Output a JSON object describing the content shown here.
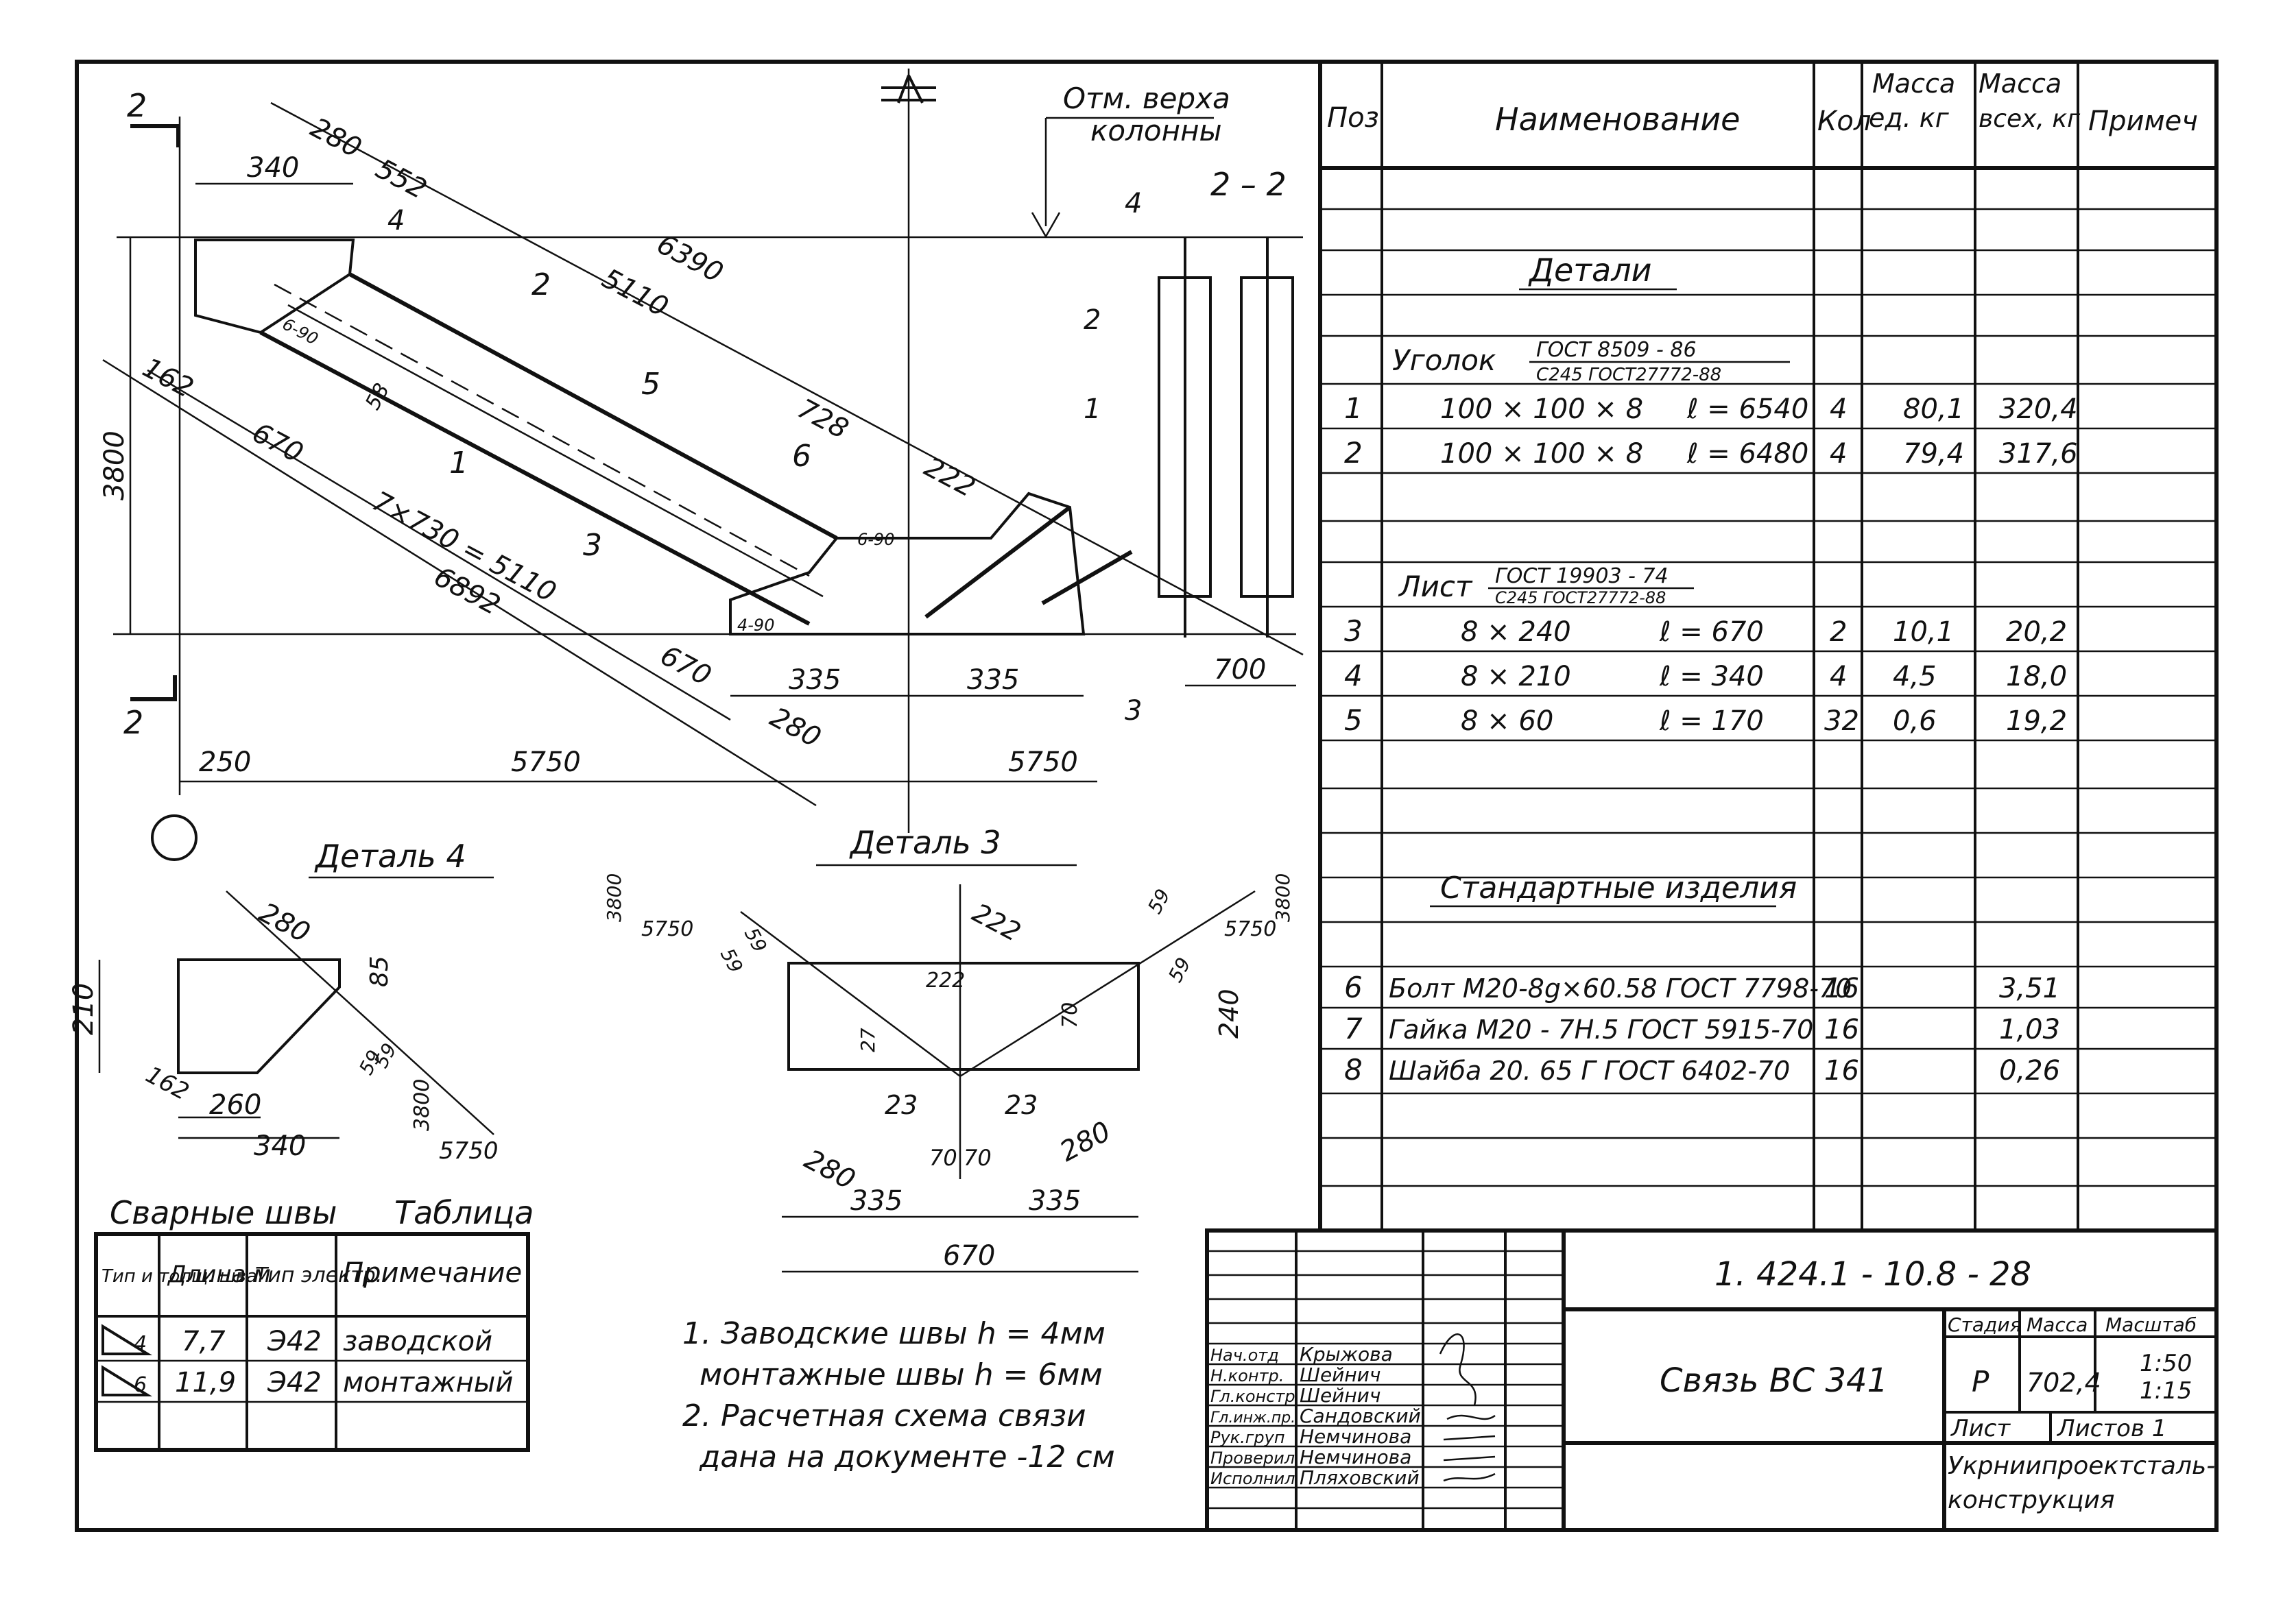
{
  "drawing": {
    "column_top_label_1": "Отм. верха",
    "column_top_label_2": "колонны",
    "section_mark": "2",
    "section_title": "2 – 2",
    "section_dim_700": "700",
    "pos_labels": [
      "1",
      "2",
      "3",
      "4",
      "5",
      "6"
    ],
    "weld_6_90": "6-90",
    "weld_4_90": "4-90",
    "dims": {
      "d280": "280",
      "d340": "340",
      "d552": "552",
      "d6390": "6390",
      "d5110": "5110",
      "d162": "162",
      "d3800": "3800",
      "d670": "670",
      "d7x730": "7×730 = 5110",
      "d6892": "6892",
      "d728": "728",
      "d222": "222",
      "d670b": "670",
      "d335a": "335",
      "d335b": "335",
      "d280b": "280",
      "d250": "250",
      "d5750a": "5750",
      "d5750b": "5750",
      "d58": "58"
    }
  },
  "detail4": {
    "title": "Деталь 4",
    "dims": {
      "d280": "280",
      "d210": "210",
      "d85": "85",
      "d162": "162",
      "d260": "260",
      "d340": "340",
      "d59a": "59",
      "d59b": "59",
      "slope_v": "3800",
      "slope_h": "5750"
    }
  },
  "detail3": {
    "title": "Деталь 3",
    "dims": {
      "slope_v_l": "3800",
      "slope_h_l": "5750",
      "slope_v_r": "3800",
      "slope_h_r": "5750",
      "d59a": "59",
      "d59b": "59",
      "d59c": "59",
      "d59d": "59",
      "d222a": "222",
      "d222b": "222",
      "d27": "27",
      "d70v": "70",
      "d240": "240",
      "d23a": "23",
      "d23b": "23",
      "d70a": "70",
      "d70b": "70",
      "d280a": "280",
      "d280b": "280",
      "d335a": "335",
      "d335b": "335",
      "d670": "670"
    }
  },
  "weld_table": {
    "caption_left": "Сварные швы",
    "caption_right": "Таблица",
    "headers": [
      "Тип и толщ. шва",
      "Длина м",
      "Тип электр.",
      "Примечание"
    ],
    "rows": [
      {
        "type": "4",
        "length": "7,7",
        "electrode": "Э42",
        "note": "заводской"
      },
      {
        "type": "6",
        "length": "11,9",
        "electrode": "Э42",
        "note": "монтажный"
      }
    ]
  },
  "notes": [
    "1. Заводские швы h = 4мм",
    "монтажные швы h = 6мм",
    "2. Расчетная схема связи",
    "дана на документе -12 см"
  ],
  "spec_table": {
    "headers": {
      "pos": "Поз",
      "name": "Наименование",
      "qty": "Кол",
      "mass_unit_1": "Масса",
      "mass_unit_2": "ед. кг",
      "mass_all_1": "Масса",
      "mass_all_2": "всех, кг",
      "note": "Примеч"
    },
    "section_details": "Детали",
    "angle_label": "Уголок",
    "angle_std_top": "ГОСТ 8509 - 86",
    "angle_std_bottom": "С245 ГОСТ27772-88",
    "sheet_label": "Лист",
    "sheet_std_top": "ГОСТ 19903 - 74",
    "sheet_std_bottom": "С245 ГОСТ27772-88",
    "section_standard": "Стандартные изделия",
    "rows": [
      {
        "pos": "1",
        "size": "100 × 100 × 8",
        "length": "ℓ = 6540",
        "qty": "4",
        "mass_unit": "80,1",
        "mass_all": "320,4"
      },
      {
        "pos": "2",
        "size": "100 × 100 × 8",
        "length": "ℓ = 6480",
        "qty": "4",
        "mass_unit": "79,4",
        "mass_all": "317,6"
      },
      {
        "pos": "3",
        "size": "8 × 240",
        "length": "ℓ = 670",
        "qty": "2",
        "mass_unit": "10,1",
        "mass_all": "20,2"
      },
      {
        "pos": "4",
        "size": "8 × 210",
        "length": "ℓ = 340",
        "qty": "4",
        "mass_unit": "4,5",
        "mass_all": "18,0"
      },
      {
        "pos": "5",
        "size": "8 × 60",
        "length": "ℓ = 170",
        "qty": "32",
        "mass_unit": "0,6",
        "mass_all": "19,2"
      }
    ],
    "standard_rows": [
      {
        "pos": "6",
        "name": "Болт М20-8g×60.58 ГОСТ 7798-70",
        "qty": "16",
        "mass_all": "3,51"
      },
      {
        "pos": "7",
        "name": "Гайка М20 - 7Н.5 ГОСТ 5915-70",
        "qty": "16",
        "mass_all": "1,03"
      },
      {
        "pos": "8",
        "name": "Шайба 20. 65 Г ГОСТ 6402-70",
        "qty": "16",
        "mass_all": "0,26"
      }
    ]
  },
  "title_block": {
    "doc_code": "1. 424.1 - 10.8 - 28",
    "title": "Связь ВС 341",
    "stage_label": "Стадия",
    "mass_label": "Масса",
    "scale_label": "Масштаб",
    "stage": "Р",
    "mass": "702,4",
    "scale_1": "1:50",
    "scale_2": "1:15",
    "sheet_label": "Лист",
    "sheets_label": "Листов 1",
    "org_1": "Укрниипроектсталь-",
    "org_2": "конструкция",
    "people": [
      {
        "role": "Нач.отд",
        "name": "Крыжова"
      },
      {
        "role": "Н.контр.",
        "name": "Шейнич"
      },
      {
        "role": "Гл.констр",
        "name": "Шейнич"
      },
      {
        "role": "Гл.инж.пр.",
        "name": "Сандовский"
      },
      {
        "role": "Рук.груп",
        "name": "Немчинова"
      },
      {
        "role": "Проверил",
        "name": "Немчинова"
      },
      {
        "role": "Исполнил",
        "name": "Пляховский"
      }
    ]
  }
}
